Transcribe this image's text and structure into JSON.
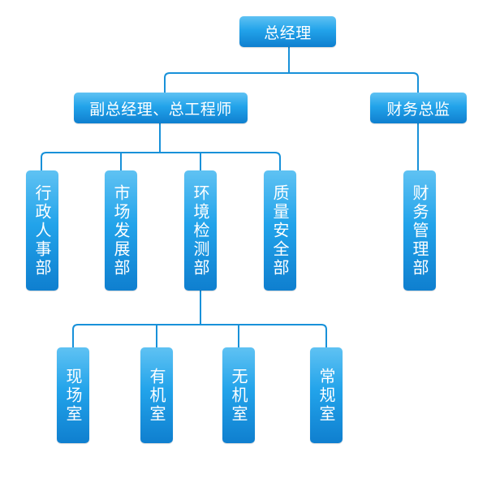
{
  "colors": {
    "box_top": "#5fc2f3",
    "box_mid": "#22a3ea",
    "box_bottom": "#0f7fcf",
    "line": "#1891d9",
    "text": "#ffffff",
    "background": "#ffffff"
  },
  "org": {
    "ceo": "总经理",
    "deputy": "副总经理、总工程师",
    "finance_director": "财务总监",
    "departments": {
      "admin": "行政人事部",
      "marketing": "市场发展部",
      "env_testing": "环境检测部",
      "quality_safety": "质量安全部",
      "finance_mgmt": "财务管理部"
    },
    "labs": {
      "field": "现场室",
      "organic": "有机室",
      "inorganic": "无机室",
      "routine": "常规室"
    }
  }
}
